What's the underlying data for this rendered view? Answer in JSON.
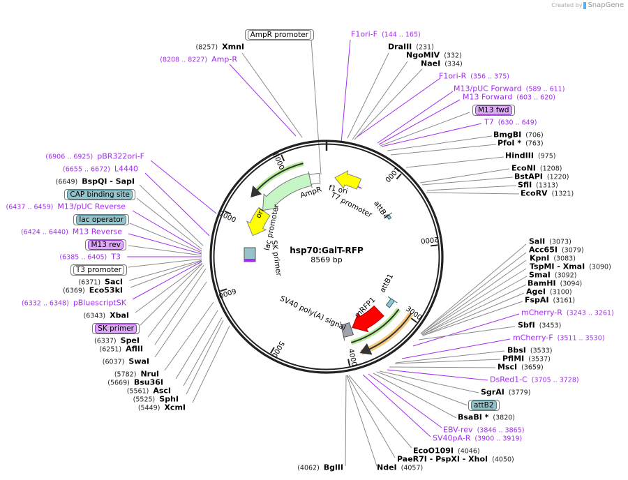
{
  "brand": {
    "prefix": "Created by",
    "name": "SnapGene"
  },
  "plasmid": {
    "name": "hsp70:GalT-RFP",
    "length": "8569 bp"
  },
  "ticks": [
    "1000",
    "2000",
    "3000",
    "4000",
    "5000",
    "6000",
    "7000",
    "8000"
  ],
  "features": {
    "ampr": "AmpR",
    "f1ori": "f1 ori",
    "t7": "T7 promoter",
    "attb4": "attB4",
    "ori": "ori",
    "lac": "lac promoter",
    "sk": "SK primer",
    "attb1": "attB1",
    "mrfp1": "mRFP1",
    "sv40": "SV40 poly(A) signal"
  },
  "colors": {
    "primer": "#a32cf0",
    "ampr": "#c6f5c6",
    "ori": "#ffff00",
    "mrfp1": "#ff0000",
    "teal": "#95c3c9",
    "orange": "#f7c97f"
  },
  "labels": [
    {
      "kind": "box",
      "style": "white",
      "name": "AmpR promoter"
    },
    {
      "kind": "enzyme",
      "name": "XmnI",
      "pos": "(8257)"
    },
    {
      "kind": "primer",
      "name": "Amp-R",
      "pos": "(8208 .. 8227)"
    },
    {
      "kind": "primer",
      "name": "F1ori-F",
      "pos": "(144 .. 165)"
    },
    {
      "kind": "enzyme",
      "name": "DraIII",
      "pos": "(231)"
    },
    {
      "kind": "enzyme",
      "name": "NgoMIV",
      "pos": "(332)"
    },
    {
      "kind": "enzyme",
      "name": "NaeI",
      "pos": "(334)"
    },
    {
      "kind": "primer",
      "name": "F1ori-R",
      "pos": "(356 .. 375)"
    },
    {
      "kind": "primer",
      "name": "M13/pUC Forward",
      "pos": "(589 .. 611)"
    },
    {
      "kind": "primer",
      "name": "M13 Forward",
      "pos": "(603 .. 620)"
    },
    {
      "kind": "box",
      "style": "purple",
      "name": "M13 fwd"
    },
    {
      "kind": "primer",
      "name": "T7",
      "pos": "(630 .. 649)"
    },
    {
      "kind": "enzyme",
      "name": "BmgBI",
      "pos": "(706)"
    },
    {
      "kind": "enzyme",
      "name": "PfoI *",
      "pos": "(763)"
    },
    {
      "kind": "enzyme",
      "name": "HindIII",
      "pos": "(975)"
    },
    {
      "kind": "enzyme",
      "name": "EcoNI",
      "pos": "(1208)"
    },
    {
      "kind": "enzyme",
      "name": "BstAPI",
      "pos": "(1220)"
    },
    {
      "kind": "enzyme",
      "name": "SfiI",
      "pos": "(1313)"
    },
    {
      "kind": "enzyme",
      "name": "EcoRV",
      "pos": "(1321)"
    },
    {
      "kind": "enzyme",
      "name": "SalI",
      "pos": "(3073)"
    },
    {
      "kind": "enzyme",
      "name": "Acc65I",
      "pos": "(3079)"
    },
    {
      "kind": "enzyme",
      "name": "KpnI",
      "pos": "(3083)"
    },
    {
      "kind": "enzyme",
      "name": "TspMI  - XmaI",
      "pos": "(3090)"
    },
    {
      "kind": "enzyme",
      "name": "SmaI",
      "pos": "(3092)"
    },
    {
      "kind": "enzyme",
      "name": "BamHI",
      "pos": "(3094)"
    },
    {
      "kind": "enzyme",
      "name": "AgeI",
      "pos": "(3100)"
    },
    {
      "kind": "enzyme",
      "name": "FspAI",
      "pos": "(3161)"
    },
    {
      "kind": "primer",
      "name": "mCherry-R",
      "pos": "(3243 .. 3261)"
    },
    {
      "kind": "enzyme",
      "name": "SbfI",
      "pos": "(3453)"
    },
    {
      "kind": "primer",
      "name": "mCherry-F",
      "pos": "(3511 .. 3530)"
    },
    {
      "kind": "enzyme",
      "name": "BbsI",
      "pos": "(3533)"
    },
    {
      "kind": "enzyme",
      "name": "PflMI",
      "pos": "(3537)"
    },
    {
      "kind": "enzyme",
      "name": "MscI",
      "pos": "(3659)"
    },
    {
      "kind": "primer",
      "name": "DsRed1-C",
      "pos": "(3705 .. 3728)"
    },
    {
      "kind": "enzyme",
      "name": "SgrAI",
      "pos": "(3779)"
    },
    {
      "kind": "box",
      "style": "teal",
      "name": "attB2"
    },
    {
      "kind": "enzyme",
      "name": "BsaBI *",
      "pos": "(3820)"
    },
    {
      "kind": "primer",
      "name": "EBV-rev",
      "pos": "(3846 .. 3865)"
    },
    {
      "kind": "primer",
      "name": "SV40pA-R",
      "pos": "(3900 .. 3919)"
    },
    {
      "kind": "enzyme",
      "name": "EcoO109I",
      "pos": "(4046)"
    },
    {
      "kind": "enzyme",
      "name": "PaeR7I  - PspXI  - XhoI",
      "pos": "(4050)"
    },
    {
      "kind": "enzyme",
      "name": "NdeI",
      "pos": "(4057)"
    },
    {
      "kind": "enzyme",
      "name": "BglII",
      "pos": "(4062)"
    },
    {
      "kind": "primer",
      "name": "pBR322ori-F",
      "pos": "(6906 .. 6925)"
    },
    {
      "kind": "primer",
      "name": "L4440",
      "pos": "(6655 .. 6672)"
    },
    {
      "kind": "enzyme",
      "name": "BspQI   - SapI",
      "pos": "(6649)"
    },
    {
      "kind": "box",
      "style": "teal",
      "name": "CAP binding site"
    },
    {
      "kind": "primer",
      "name": "M13/pUC Reverse",
      "pos": "(6437 .. 6459)"
    },
    {
      "kind": "box",
      "style": "teal",
      "name": "lac operator"
    },
    {
      "kind": "primer",
      "name": "M13 Reverse",
      "pos": "(6424 .. 6440)"
    },
    {
      "kind": "box",
      "style": "purple",
      "name": "M13 rev"
    },
    {
      "kind": "primer",
      "name": "T3",
      "pos": "(6385 .. 6405)"
    },
    {
      "kind": "box",
      "style": "white",
      "name": "T3 promoter"
    },
    {
      "kind": "enzyme",
      "name": "SacI",
      "pos": "(6371)"
    },
    {
      "kind": "enzyme",
      "name": "Eco53kI",
      "pos": "(6369)"
    },
    {
      "kind": "primer",
      "name": "pBluescriptSK",
      "pos": "(6332 .. 6348)"
    },
    {
      "kind": "enzyme",
      "name": "XbaI",
      "pos": "(6343)"
    },
    {
      "kind": "box",
      "style": "purple",
      "name": "SK primer"
    },
    {
      "kind": "enzyme",
      "name": "SpeI",
      "pos": "(6337)"
    },
    {
      "kind": "enzyme",
      "name": "AflII",
      "pos": "(6251)"
    },
    {
      "kind": "enzyme",
      "name": "SwaI",
      "pos": "(6037)"
    },
    {
      "kind": "enzyme",
      "name": "NruI",
      "pos": "(5782)"
    },
    {
      "kind": "enzyme",
      "name": "Bsu36I",
      "pos": "(5669)"
    },
    {
      "kind": "enzyme",
      "name": "AscI",
      "pos": "(5561)"
    },
    {
      "kind": "enzyme",
      "name": "SphI",
      "pos": "(5525)"
    },
    {
      "kind": "enzyme",
      "name": "XcmI",
      "pos": "(5449)"
    }
  ]
}
